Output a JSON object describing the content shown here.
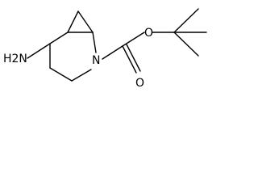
{
  "structure": {
    "atoms": {
      "amine": "H2N",
      "ring_nitrogen": "N",
      "ether_oxygen": "O",
      "carbonyl_oxygen": "O"
    }
  }
}
